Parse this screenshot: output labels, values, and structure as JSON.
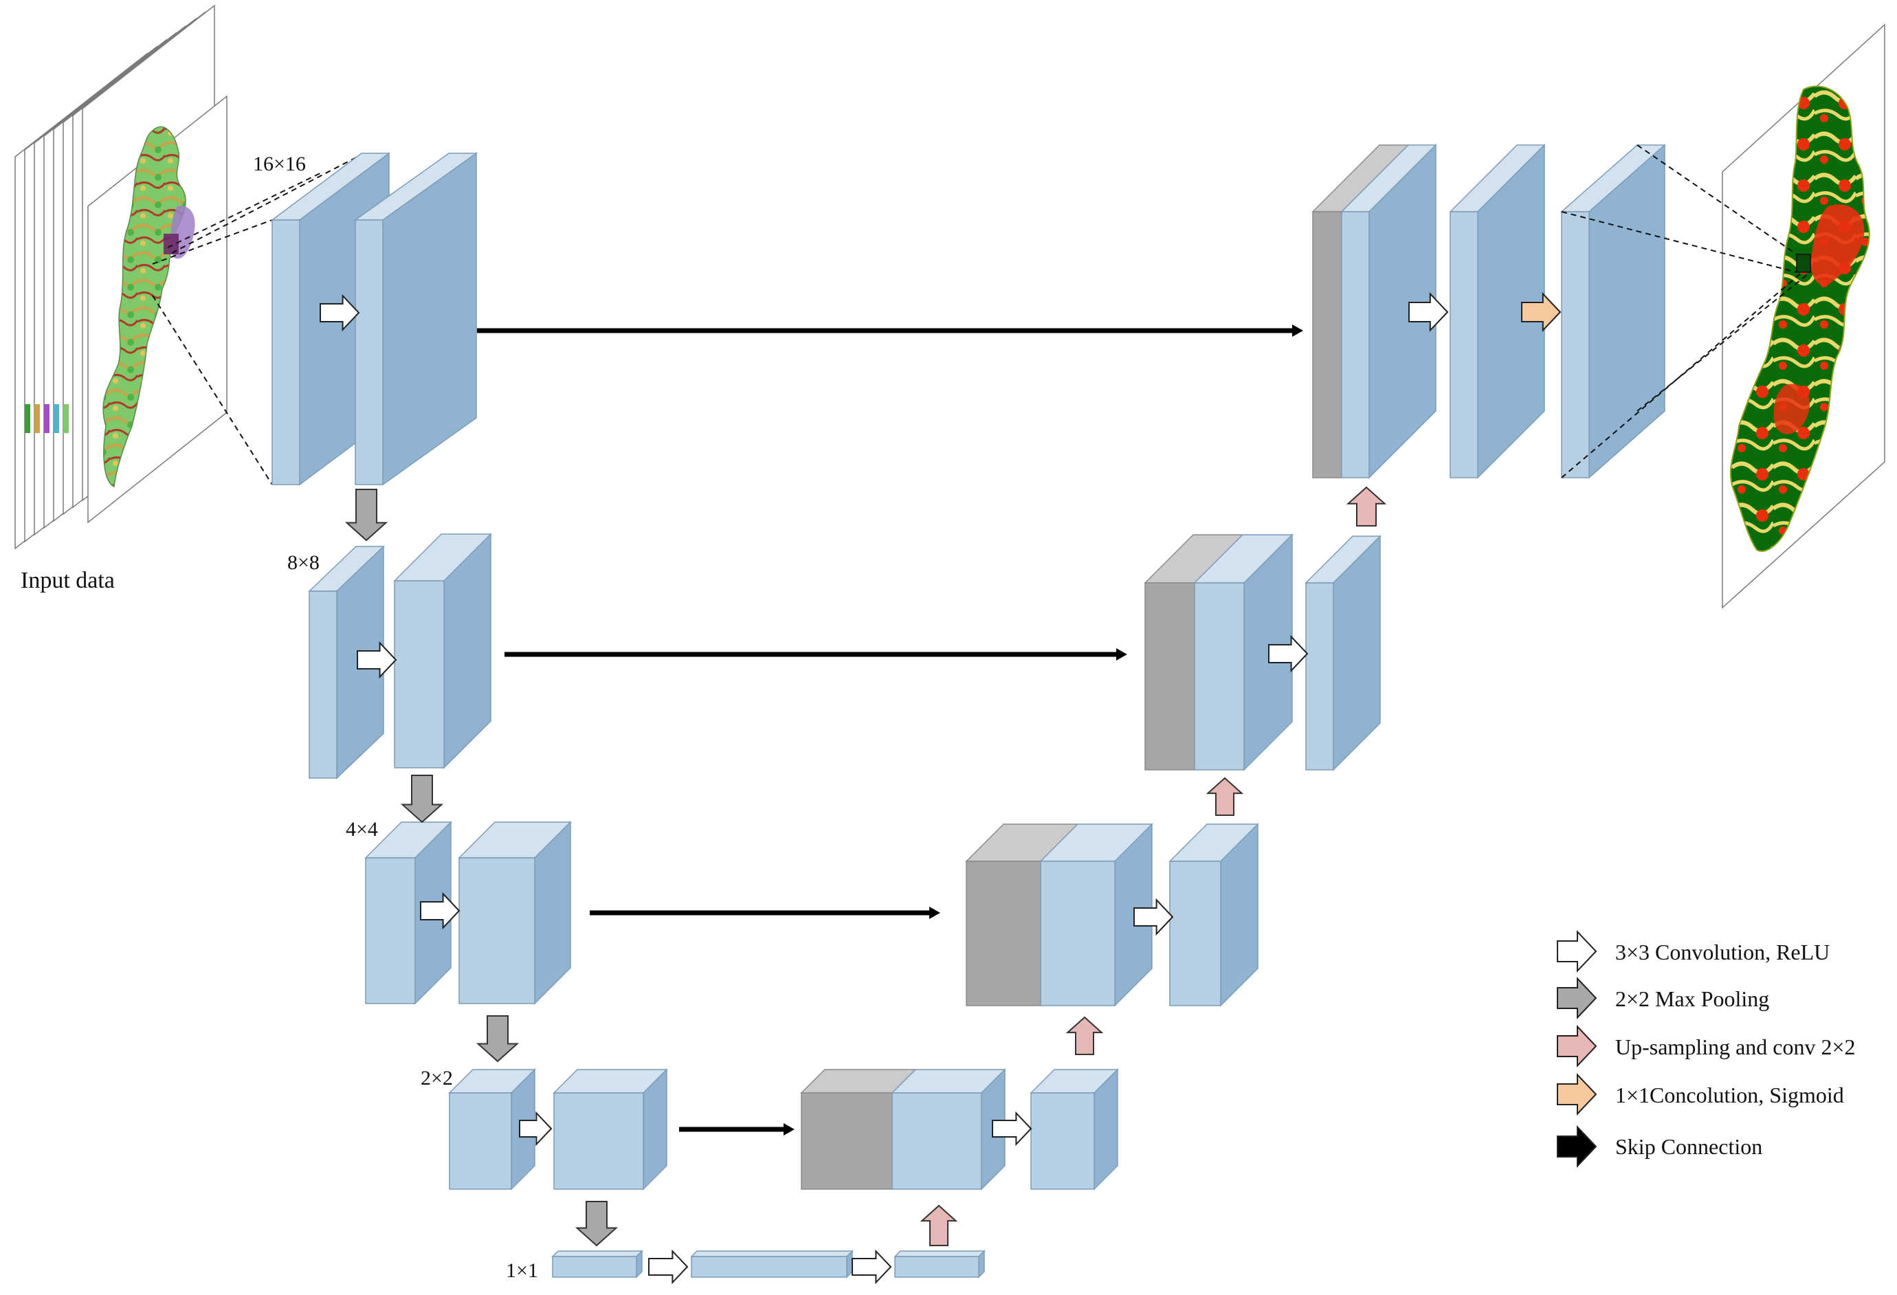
{
  "labels": {
    "input": "Input data",
    "size_16": "16×16",
    "size_8": "8×8",
    "size_4": "4×4",
    "size_2": "2×2",
    "size_1": "1×1"
  },
  "legend": [
    {
      "label": "3×3 Convolution, ReLU",
      "arrow": "white-arrow-icon",
      "color": "#ffffff"
    },
    {
      "label": "2×2 Max Pooling",
      "arrow": "gray-arrow-icon",
      "color": "#a8a8a8"
    },
    {
      "label": "Up-sampling and conv 2×2",
      "arrow": "pink-arrow-icon",
      "color": "#e7b7b5"
    },
    {
      "label": "1×1Concolution, Sigmoid",
      "arrow": "orange-arrow-icon",
      "color": "#f5c89e"
    },
    {
      "label": "Skip Connection",
      "arrow": "black-arrow-icon",
      "color": "#000000"
    }
  ],
  "colors": {
    "block_front": "#b7cfe3",
    "block_side": "#8fb3d0",
    "block_top": "#d3e2ef",
    "concat_front": "#a6a6a6",
    "concat_top": "#cbcbcb",
    "map_green_dark": "#0a6b0a",
    "map_yellow": "#e8d86a",
    "map_red": "#e8300f"
  }
}
